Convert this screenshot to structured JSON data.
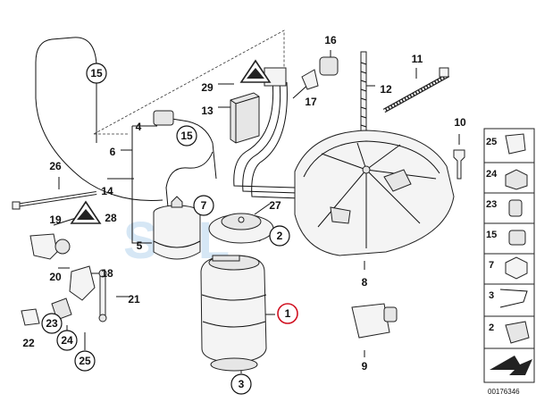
{
  "diagram": {
    "watermark": "SOL",
    "drawing_code": "00176346",
    "callouts": [
      {
        "id": "c15a",
        "label": "15",
        "circled": true
      },
      {
        "id": "c15b",
        "label": "15",
        "circled": true
      },
      {
        "id": "c16",
        "label": "16"
      },
      {
        "id": "c11",
        "label": "11"
      },
      {
        "id": "c29",
        "label": "29"
      },
      {
        "id": "c12",
        "label": "12"
      },
      {
        "id": "c17",
        "label": "17"
      },
      {
        "id": "c13",
        "label": "13"
      },
      {
        "id": "c4",
        "label": "4"
      },
      {
        "id": "c10",
        "label": "10"
      },
      {
        "id": "c6",
        "label": "6"
      },
      {
        "id": "c26",
        "label": "26"
      },
      {
        "id": "c14",
        "label": "14"
      },
      {
        "id": "c7",
        "label": "7",
        "circled": true
      },
      {
        "id": "c27",
        "label": "27"
      },
      {
        "id": "c19",
        "label": "19"
      },
      {
        "id": "c28",
        "label": "28"
      },
      {
        "id": "c5",
        "label": "5"
      },
      {
        "id": "c2",
        "label": "2",
        "circled": true
      },
      {
        "id": "c8",
        "label": "8"
      },
      {
        "id": "c20",
        "label": "20"
      },
      {
        "id": "c18",
        "label": "18"
      },
      {
        "id": "c21",
        "label": "21"
      },
      {
        "id": "c23",
        "label": "23",
        "circled": true
      },
      {
        "id": "c1",
        "label": "1",
        "circled": true,
        "highlight": true
      },
      {
        "id": "c22",
        "label": "22"
      },
      {
        "id": "c24",
        "label": "24",
        "circled": true
      },
      {
        "id": "c9",
        "label": "9"
      },
      {
        "id": "c25",
        "label": "25",
        "circled": true
      },
      {
        "id": "c3",
        "label": "3",
        "circled": true
      }
    ],
    "small_parts_column": [
      {
        "id": "s25",
        "label": "25"
      },
      {
        "id": "s24",
        "label": "24"
      },
      {
        "id": "s23",
        "label": "23"
      },
      {
        "id": "s15",
        "label": "15"
      },
      {
        "id": "s7",
        "label": "7"
      },
      {
        "id": "s3",
        "label": "3"
      },
      {
        "id": "s2",
        "label": "2"
      }
    ]
  }
}
